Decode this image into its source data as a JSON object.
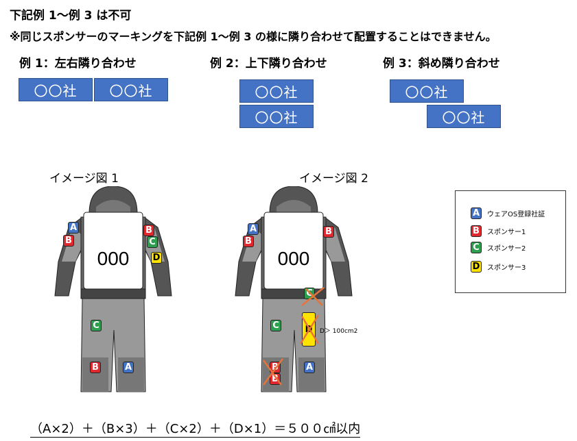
{
  "heading": "下記例 1～例 3 は不可",
  "note": "※同じスポンサーのマーキングを下記例 1～例 3 の様に隣り合わせて配置することはできません。",
  "examples": [
    {
      "label": "例 1：左右隣り合わせ"
    },
    {
      "label": "例 2：上下隣り合わせ"
    },
    {
      "label": "例 3：斜め隣り合わせ"
    }
  ],
  "sponsor_box_text": "〇〇社",
  "image_captions": [
    "イメージ図 1",
    "イメージ図 2"
  ],
  "bib_number": "000",
  "badges": {
    "A": "A",
    "B": "B",
    "C": "C",
    "D": "D"
  },
  "area_note": "D＞ 100cm2",
  "legend": [
    {
      "badge": "A",
      "text": "ウェアOS登録社証"
    },
    {
      "badge": "B",
      "text": "スポンサー1"
    },
    {
      "badge": "C",
      "text": "スポンサー2"
    },
    {
      "badge": "D",
      "text": "スポンサー3"
    }
  ],
  "formula": "（A×2）＋（B×3）＋（C×2）＋（D×1）＝５００㎠以内",
  "colors": {
    "A": "#4472c4",
    "B": "#e0282e",
    "C": "#2e9e4f",
    "D": "#ffe300",
    "cross": "#e8733a"
  }
}
